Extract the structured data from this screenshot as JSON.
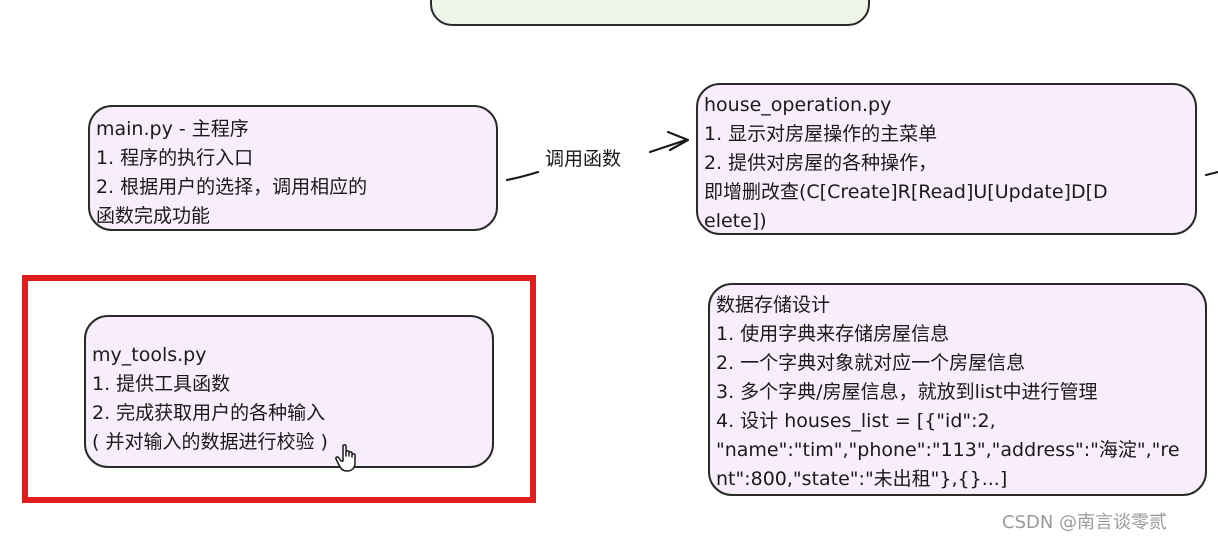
{
  "main_box": {
    "lines": [
      "main.py - 主程序",
      "1. 程序的执行入口",
      "2. 根据用户的选择，调用相应的",
      "函数完成功能"
    ]
  },
  "connector": {
    "label": "调用函数"
  },
  "house_box": {
    "lines": [
      "house_operation.py",
      "1. 显示对房屋操作的主菜单",
      "2. 提供对房屋的各种操作，",
      "即增删改查(C[Create]R[Read]U[Update]D[D",
      "elete])"
    ]
  },
  "tools_box": {
    "lines": [
      "my_tools.py",
      "1. 提供工具函数",
      "2. 完成获取用户的各种输入",
      "( 并对输入的数据进行校验 )"
    ]
  },
  "storage_box": {
    "lines": [
      "数据存储设计",
      "1. 使用字典来存储房屋信息",
      "2. 一个字典对象就对应一个房屋信息",
      "3. 多个字典/房屋信息，就放到list中进行管理",
      "4. 设计 houses_list = [{\"id\":2,",
      "\"name\":\"tim\",\"phone\":\"113\",\"address\":\"海淀\",\"re",
      "nt\":800,\"state\":\"未出租\"},{}...]"
    ]
  },
  "highlight": {
    "color": "#e01e1e"
  },
  "watermark": {
    "text": "CSDN @南言谈零贰"
  }
}
